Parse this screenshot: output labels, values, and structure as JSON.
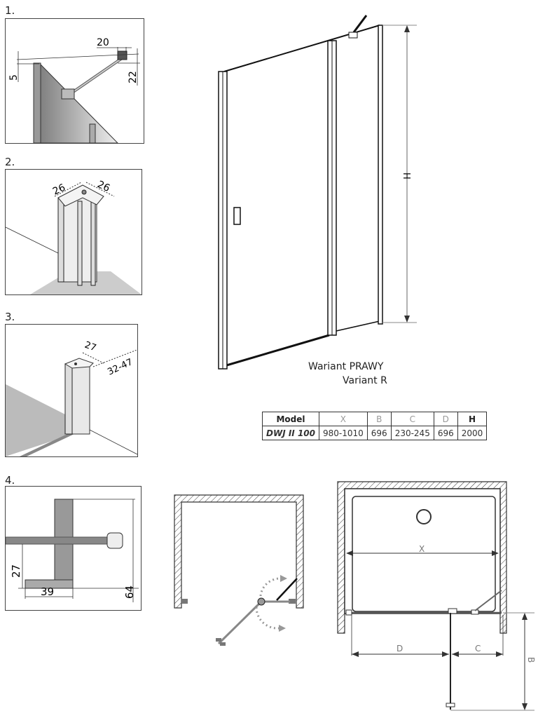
{
  "details": [
    {
      "number": "1.",
      "dims": {
        "a": "20",
        "b": "5",
        "c": "22"
      }
    },
    {
      "number": "2.",
      "dims": {
        "a": "26",
        "b": "26"
      }
    },
    {
      "number": "3.",
      "dims": {
        "a": "27",
        "b": "32-47"
      }
    },
    {
      "number": "4.",
      "dims": {
        "a": "27",
        "b": "39",
        "c": "64"
      }
    }
  ],
  "main_view": {
    "height_label": "H",
    "variant_pl": "Wariant PRAWY",
    "variant_en": "Variant R"
  },
  "spec_table": {
    "headers": [
      "Model",
      "X",
      "B",
      "C",
      "D",
      "H"
    ],
    "rows": [
      [
        "DWJ II 100",
        "980-1010",
        "696",
        "230-245",
        "696",
        "2000"
      ]
    ]
  },
  "plan_view": {
    "x_label": "X",
    "d_label": "D",
    "c_label": "C",
    "b_label": "B"
  },
  "colors": {
    "line": "#222222",
    "gray": "#888888",
    "fill": "#bbbbbb",
    "arrow": "#999999"
  }
}
